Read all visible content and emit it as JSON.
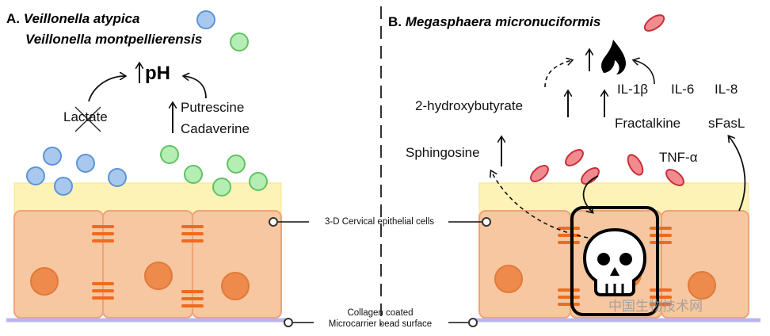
{
  "panel_a": {
    "letter": "A.",
    "species_1": "Veillonella atypica",
    "species_2": "Veillonella montpellierensis",
    "ph_label": "pH",
    "lactate_label": "Lactate",
    "putrescine_label": "Putrescine",
    "cadaverine_label": "Cadaverine"
  },
  "panel_b": {
    "letter": "B.",
    "species": "Megasphaera micronuciformis",
    "hydroxybutyrate_label": "2-hydroxybutyrate",
    "sphingosine_label": "Sphingosine",
    "il1b_label": "IL-1β",
    "il6_label": "IL-6",
    "il8_label": "IL-8",
    "fractalkine_label": "Fractalkine",
    "sfasl_label": "sFasL",
    "tnfa_label": "TNF-α"
  },
  "callouts": {
    "epithelial_label": "3-D Cervical epithelial cells",
    "bead_label_line1": "Collagen coated",
    "bead_label_line2": "Microcarrier bead surface"
  },
  "watermark": "中国生物技术网",
  "colors": {
    "veillonella_atypica": "#a9c8ee",
    "veillonella_montpellierensis": "#b4eeb4",
    "megasphaera": "#f28b8f",
    "cell_fill": "#f6c7a0",
    "nucleus": "#ee8a4b",
    "junction": "#f06a1f",
    "mucus_layer": "#fdf3b7",
    "bead_surface": "#b9b6ee"
  }
}
